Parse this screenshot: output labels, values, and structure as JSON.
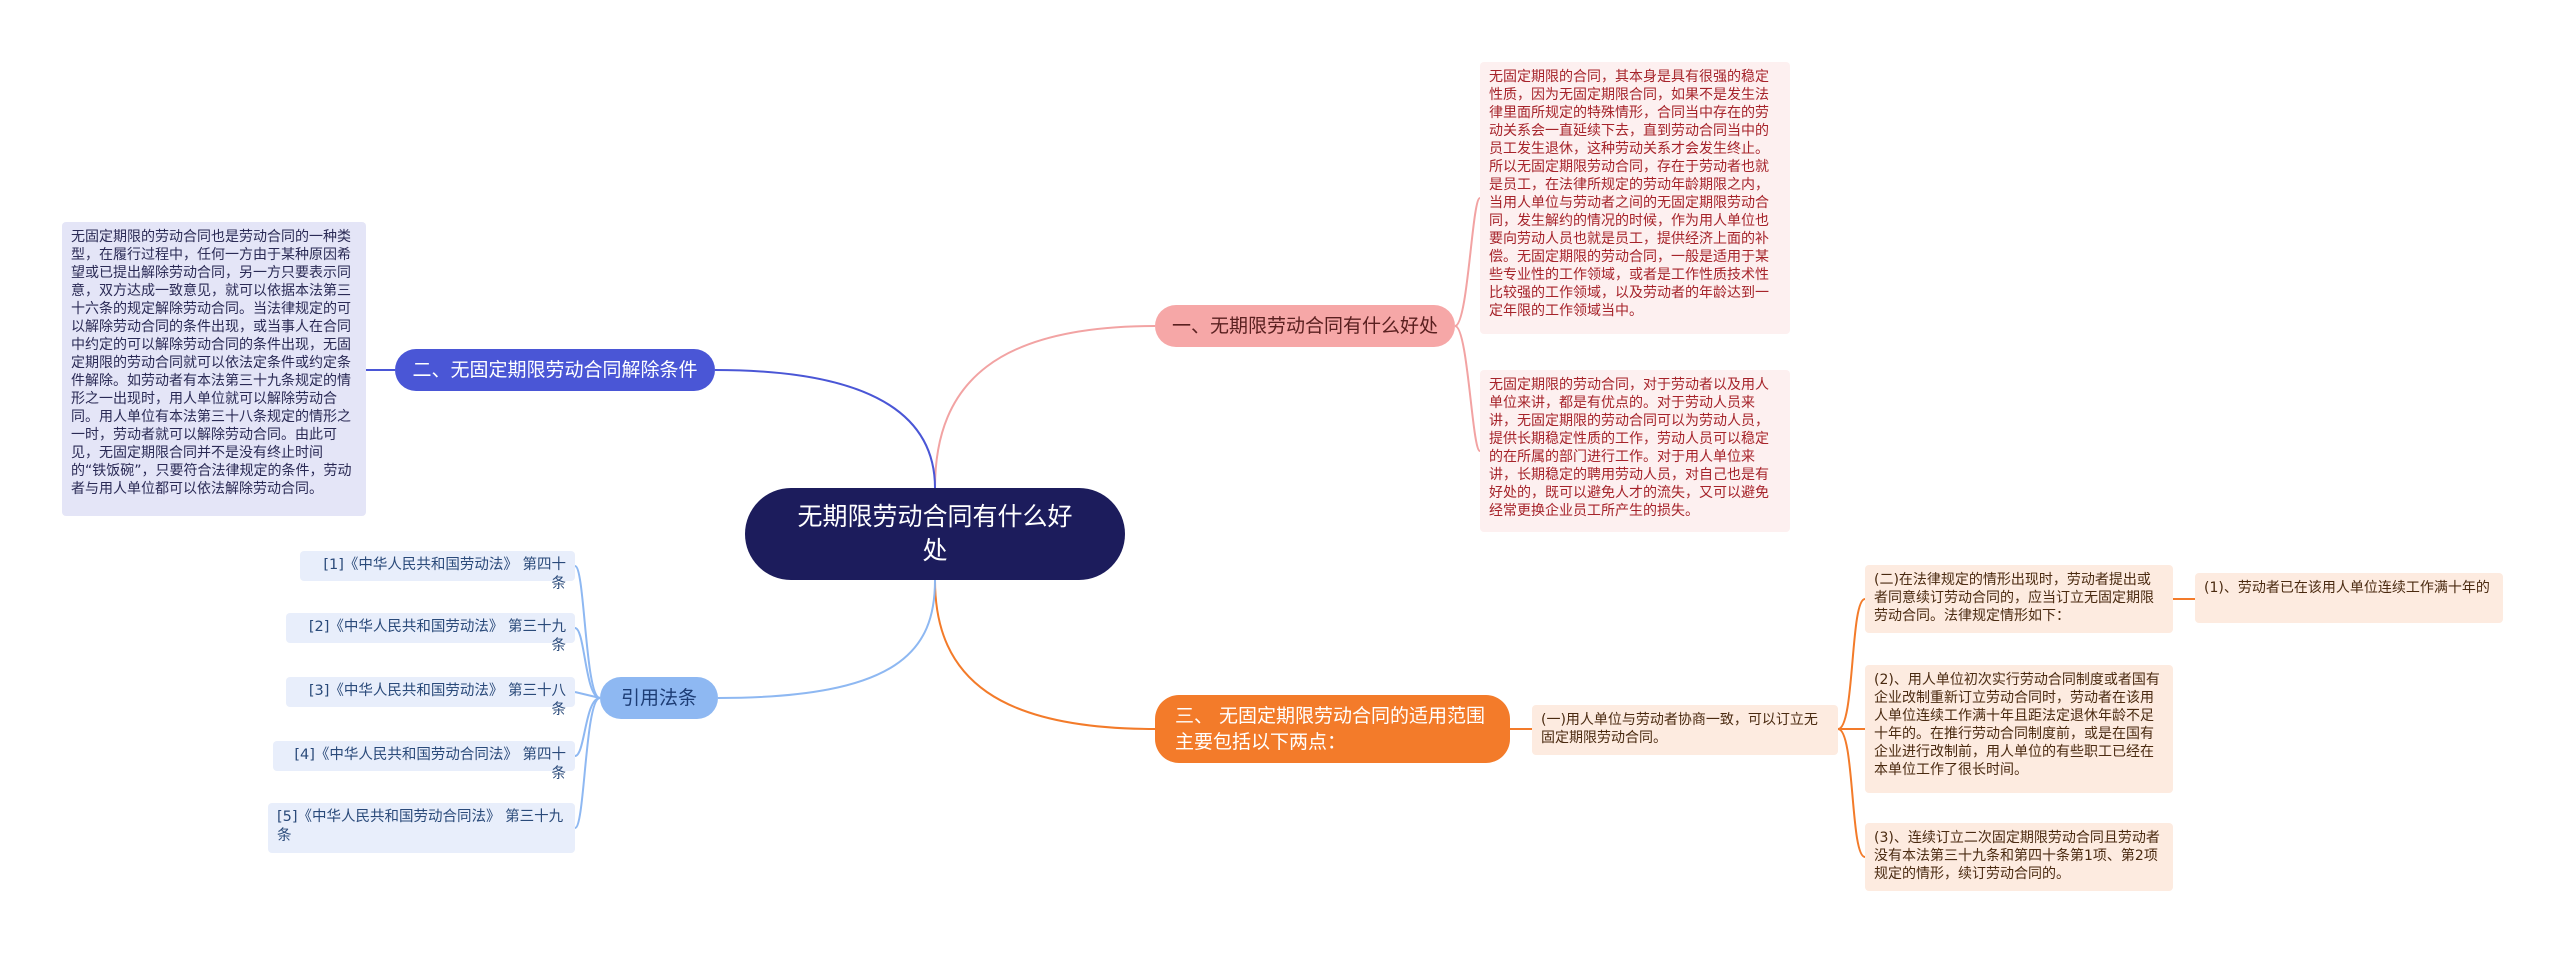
{
  "colors": {
    "root": "#1c1c5c",
    "branch_pink": "#f6a7a7",
    "branch_purple": "#4a56d6",
    "branch_orange": "#f37b2a",
    "branch_blue": "#8eb8f2",
    "line_pink": "#f2a3a3",
    "line_purple": "#4a56d6",
    "line_orange": "#f37b2a",
    "line_blue": "#8eb8f2"
  },
  "root": {
    "text": "无期限劳动合同有什么好处"
  },
  "branches": {
    "advantages": {
      "label": "一、无期限劳动合同有什么好处",
      "texts": [
        "无固定期限的合同，其本身是具有很强的稳定性质，因为无固定期限合同，如果不是发生法律里面所规定的特殊情形，合同当中存在的劳动关系会一直延续下去，直到劳动合同当中的员工发生退休，这种劳动关系才会发生终止。所以无固定期限劳动合同，存在于劳动者也就是员工，在法律所规定的劳动年龄期限之内，当用人单位与劳动者之间的无固定期限劳动合同，发生解约的情况的时候，作为用人单位也要向劳动人员也就是员工，提供经济上面的补偿。无固定期限的劳动合同，一般是适用于某些专业性的工作领域，或者是工作性质技术性比较强的工作领域，以及劳动者的年龄达到一定年限的工作领域当中。",
        "无固定期限的劳动合同，对于劳动者以及用人单位来讲，都是有优点的。对于劳动人员来讲，无固定期限的劳动合同可以为劳动人员，提供长期稳定性质的工作，劳动人员可以稳定的在所属的部门进行工作。对于用人单位来讲，长期稳定的聘用劳动人员，对自己也是有好处的，既可以避免人才的流失，又可以避免经常更换企业员工所产生的损失。"
      ]
    },
    "termination": {
      "label": "二、无固定期限劳动合同解除条件",
      "text": "无固定期限的劳动合同也是劳动合同的一种类型，在履行过程中，任何一方由于某种原因希望或已提出解除劳动合同，另一方只要表示同意，双方达成一致意见，就可以依据本法第三十六条的规定解除劳动合同。当法律规定的可以解除劳动合同的条件出现，或当事人在合同中约定的可以解除劳动合同的条件出现，无固定期限的劳动合同就可以依法定条件或约定条件解除。如劳动者有本法第三十九条规定的情形之一出现时，用人单位就可以解除劳动合同。用人单位有本法第三十八条规定的情形之一时，劳动者就可以解除劳动合同。由此可见，无固定期限合同并不是没有终止时间的“铁饭碗”，只要符合法律规定的条件，劳动者与用人单位都可以依法解除劳动合同。"
    },
    "scope": {
      "label": "三、 无固定期限劳动合同的适用范围主要包括以下两点：",
      "item1": "(一)用人单位与劳动者协商一致，可以订立无固定期限劳动合同。",
      "sub_items": [
        "(二)在法律规定的情形出现时，劳动者提出或者同意续订劳动合同的，应当订立无固定期限劳动合同。法律规定情形如下：",
        "(2)、用人单位初次实行劳动合同制度或者国有企业改制重新订立劳动合同时，劳动者在该用人单位连续工作满十年且距法定退休年龄不足十年的。在推行劳动合同制度前，或是在国有企业进行改制前，用人单位的有些职工已经在本单位工作了很长时间。",
        "(3)、连续订立二次固定期限劳动合同且劳动者没有本法第三十九条和第四十条第1项、第2项规定的情形，续订劳动合同的。"
      ],
      "sub_sub_item": "(1)、劳动者已在该用人单位连续工作满十年的"
    },
    "references": {
      "label": "引用法条",
      "items": [
        "[1]《中华人民共和国劳动法》 第四十条",
        "[2]《中华人民共和国劳动法》 第三十九条",
        "[3]《中华人民共和国劳动法》 第三十八条",
        "[4]《中华人民共和国劳动合同法》 第四十条",
        "[5]《中华人民共和国劳动合同法》 第三十九条"
      ]
    }
  }
}
